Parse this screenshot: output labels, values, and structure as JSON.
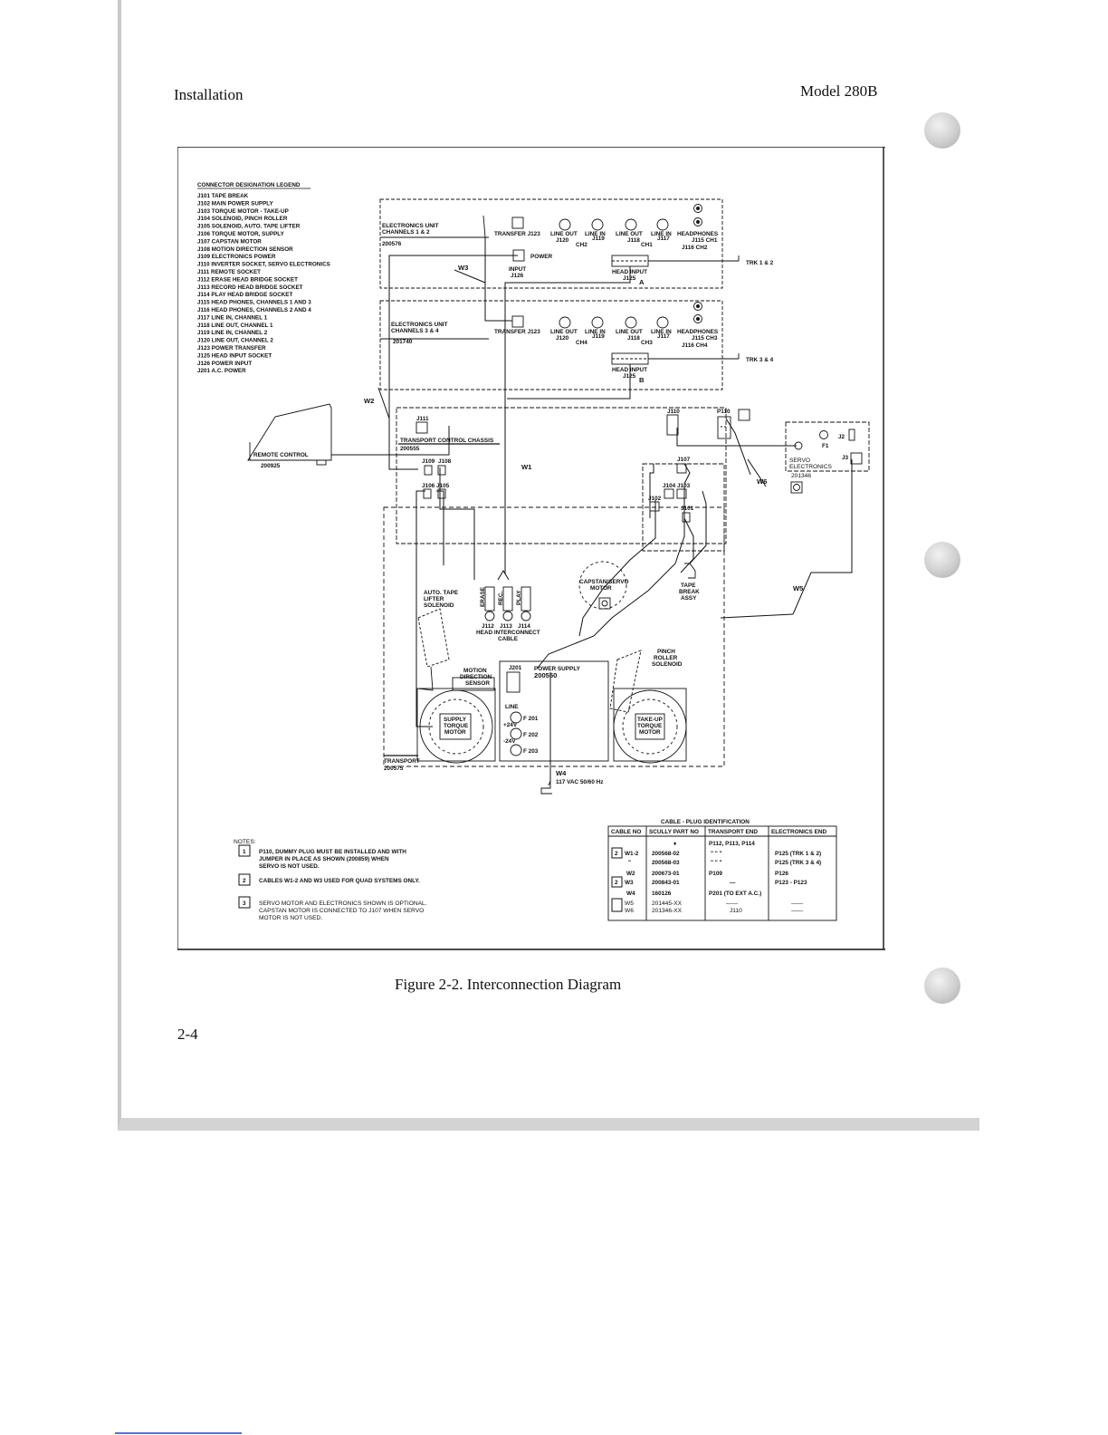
{
  "header": {
    "section": "Installation",
    "model": "Model 280B"
  },
  "page_number": "2-4",
  "caption": "Figure 2-2. Interconnection Diagram",
  "legend": {
    "title": "CONNECTOR DESIGNATION LEGEND",
    "items": [
      "J101 TAPE BREAK",
      "J102 MAIN POWER SUPPLY",
      "J103 TORQUE MOTOR - TAKE-UP",
      "J104 SOLENOID, PINCH ROLLER",
      "J105 SOLENOID, AUTO. TAPE LIFTER",
      "J106 TORQUE MOTOR, SUPPLY",
      "J107 CAPSTAN MOTOR",
      "J108 MOTION DIRECTION SENSOR",
      "J109 ELECTRONICS POWER",
      "J110 INVERTER SOCKET, SERVO ELECTRONICS",
      "J111 REMOTE SOCKET",
      "J112 ERASE HEAD BRIDGE SOCKET",
      "J113 RECORD HEAD BRIDGE SOCKET",
      "J114 PLAY HEAD BRIDGE SOCKET",
      "J115 HEAD PHONES, CHANNELS 1 AND 3",
      "J116 HEAD PHONES, CHANNELS 2 AND 4",
      "J117 LINE IN, CHANNEL 1",
      "J118 LINE OUT, CHANNEL 1",
      "J119 LINE IN, CHANNEL 2",
      "J120 LINE OUT, CHANNEL 2",
      "J123 POWER TRANSFER",
      "J125 HEAD INPUT SOCKET",
      "J126 POWER INPUT",
      "J201 A.C. POWER"
    ]
  },
  "electronics_1": {
    "title_1": "ELECTRONICS UNIT",
    "title_2": "CHANNELS 1 & 2",
    "part": "200576",
    "transfer": "TRANSFER J123",
    "line_out_1": "LINE OUT",
    "line_in_1": "LINE IN",
    "line_out_2": "LINE OUT",
    "line_in_2": "LINE IN",
    "headphones": "HEADPHONES",
    "j120": "J120",
    "j119": "J119",
    "j118": "J118",
    "j117": "J117",
    "ch_left": "CH2",
    "ch_right": "CH1",
    "hp_1": "J115 CH1",
    "hp_2": "J116 CH2",
    "power": "POWER",
    "input": "INPUT",
    "input_j": "J126",
    "head_input": "HEAD INPUT",
    "head_j": "J125",
    "letter": "A",
    "trk": "TRK 1 & 2",
    "w3": "W3"
  },
  "electronics_2": {
    "title_1": "ELECTRONICS UNIT",
    "title_2": "CHANNELS 3 & 4",
    "part": "201740",
    "transfer": "TRANSFER J123",
    "line_out_1": "LINE OUT",
    "line_in_1": "LINE IN",
    "line_out_2": "LINE OUT",
    "line_in_2": "LINE IN",
    "headphones": "HEADPHONES",
    "j120": "J120",
    "j119": "J119",
    "j118": "J118",
    "j117": "J117",
    "ch_left": "CH4",
    "ch_right": "CH3",
    "hp_1": "J115 CH3",
    "hp_2": "J116 CH4",
    "head_input": "HEAD INPUT",
    "head_j": "J125",
    "letter": "B",
    "trk": "TRK 3 & 4"
  },
  "chassis": {
    "w2": "W2",
    "j111": "J111",
    "title": "TRANSPORT CONTROL CHASSIS",
    "part": "200555",
    "j109": "J109",
    "j108": "J108",
    "j106": "J106",
    "j105": "J105",
    "j110": "J110",
    "p110": "P110",
    "j107": "J107",
    "j104": "J104",
    "j103": "J103",
    "j102": "J102",
    "j101": "J101",
    "w1": "W1",
    "w6": "W6",
    "w5": "W5"
  },
  "remote": {
    "label": "REMOTE CONTROL",
    "part": "200925"
  },
  "servo": {
    "j2": "J2",
    "f1": "F1",
    "j3": "J3",
    "label_1": "SERVO",
    "label_2": "ELECTRONICS",
    "part": "201346"
  },
  "transport": {
    "auto_1": "AUTO. TAPE",
    "auto_2": "LIFTER",
    "auto_3": "SOLENOID",
    "erase": "ERASE",
    "rec": "REC.",
    "play": "PLAY",
    "j112": "J112",
    "j113": "J113",
    "j114": "J114",
    "cable_1": "HEAD INTERCONNECT",
    "cable_2": "CABLE",
    "capstan_1": "CAPSTAN/SERVO",
    "capstan_2": "MOTOR",
    "tape_1": "TAPE",
    "tape_2": "BREAK",
    "tape_3": "ASSY",
    "pinch_1": "PINCH",
    "pinch_2": "ROLLER",
    "pinch_3": "SOLENOID",
    "motion_1": "MOTION",
    "motion_2": "DIRECTION",
    "motion_3": "SENSOR",
    "ps_1": "POWER SUPPLY",
    "ps_2": "200550",
    "j201": "J201",
    "line": "LINE",
    "f201": "F 201",
    "p24": "+24V",
    "f202": "F 202",
    "m24": "-24V",
    "f203": "F 203",
    "supply_1": "SUPPLY",
    "supply_2": "TORQUE",
    "supply_3": "MOTOR",
    "takeup_1": "TAKE-UP",
    "takeup_2": "TORQUE",
    "takeup_3": "MOTOR",
    "label": "TRANSPORT",
    "part": "200575",
    "w4": "W4",
    "vac": "117 VAC 50/60 Hz"
  },
  "notes": {
    "title": "NOTES:",
    "n1_a": "P110, DUMMY PLUG MUST BE INSTALLED AND WITH",
    "n1_b": "JUMPER IN PLACE AS SHOWN (200859) WHEN",
    "n1_c": "SERVO IS NOT USED.",
    "n2": "CABLES W1-2 AND W3 USED FOR QUAD SYSTEMS ONLY.",
    "n3_a": "SERVO MOTOR AND ELECTRONICS SHOWN IS OPTIONAL.",
    "n3_b": "CAPSTAN MOTOR IS CONNECTED TO J107 WHEN SERVO",
    "n3_c": "MOTOR IS NOT USED."
  },
  "cable_table": {
    "title": "CABLE - PLUG IDENTIFICATION",
    "headers": [
      "CABLE NO",
      "SCULLY PART NO",
      "TRANSPORT END",
      "ELECTRONICS END"
    ],
    "r1": [
      "",
      "",
      "P112, P113, P114",
      ""
    ],
    "r2": [
      "W1-2",
      "200568-02",
      "\" \" \"",
      "P125 (TRK 1 & 2)"
    ],
    "r3": [
      "\"",
      "200568-03",
      "\" \" \"",
      "P125 (TRK 3 & 4)"
    ],
    "r4": [
      "W2",
      "200673-01",
      "P109",
      "P126"
    ],
    "r5": [
      "W3",
      "200843-01",
      "—",
      "P123 - P123"
    ],
    "r6": [
      "W4",
      "160126",
      "P201 (TO EXT A.C.)",
      ""
    ],
    "r7": [
      "W5",
      "201445-XX",
      "——",
      "——"
    ],
    "r8": [
      "W6",
      "201346-XX",
      "J110",
      "——"
    ]
  }
}
